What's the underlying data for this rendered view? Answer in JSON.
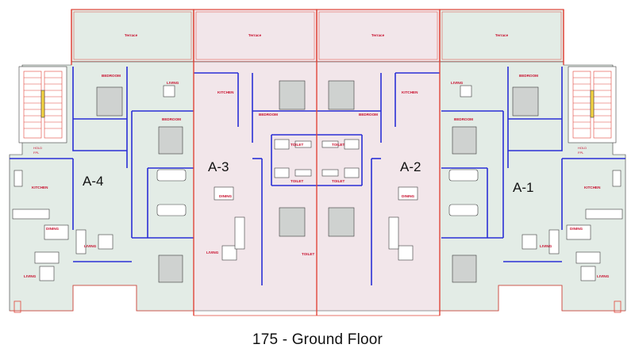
{
  "caption": "175 - Ground Floor",
  "units": {
    "a4": "A-4",
    "a3": "A-3",
    "a2": "A-2",
    "a1": "A-1"
  },
  "rooms": {
    "terrace": "Terrace",
    "kitchen": "KITCHEN",
    "bedroom": "BEDROOM",
    "living": "LIVING",
    "dining": "DINING",
    "toilet": "TOILET",
    "hold": "HOLD",
    "fpl": "FPL"
  },
  "colors": {
    "wall_red": "#e0453a",
    "wall_blue": "#2a2fd6",
    "fill_green": "#e3ece6",
    "fill_pink": "#f2e6ea",
    "line_dark": "#3a3a3a",
    "text_red": "#c8102e"
  }
}
